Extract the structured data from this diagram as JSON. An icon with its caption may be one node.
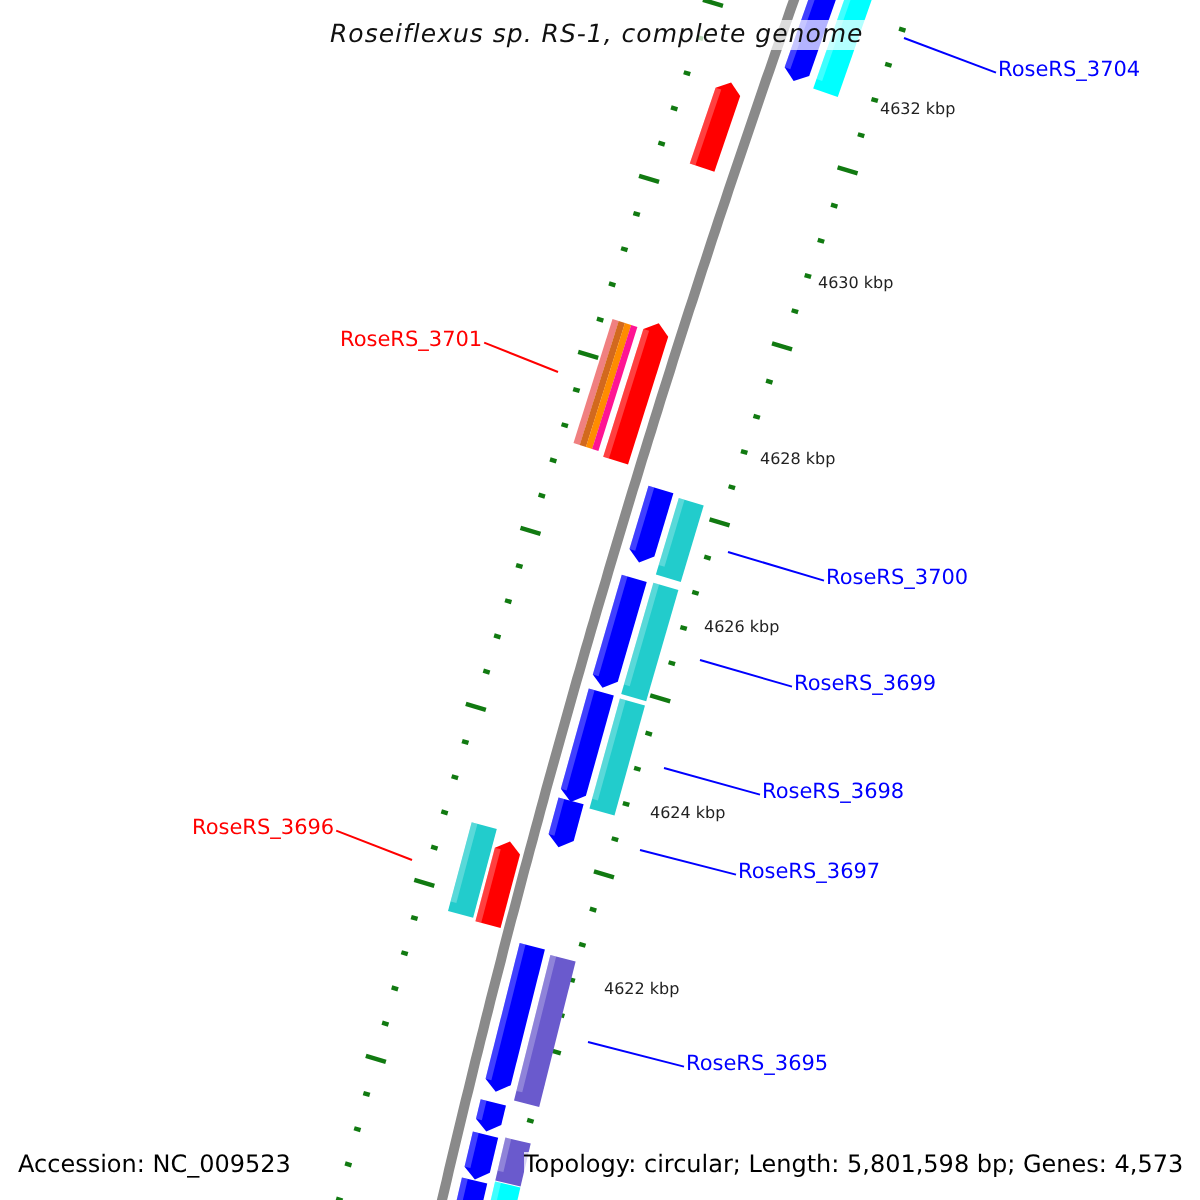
{
  "diagram": {
    "title": "Roseiflexus sp. RS-1, complete genome",
    "nodes": [
      {
        "text": [
          "RoseRS_3704"
        ]
      },
      {
        "text": [
          "RoseRS_3701"
        ]
      },
      {
        "text": [
          "RoseRS_3700"
        ]
      },
      {
        "text": [
          "RoseRS_3699"
        ]
      },
      {
        "text": [
          "RoseRS_3698"
        ]
      },
      {
        "text": [
          "RoseRS_3697"
        ]
      },
      {
        "text": [
          "RoseRS_3696"
        ]
      },
      {
        "text": [
          "RoseRS_3695"
        ]
      }
    ],
    "edges": [
      {
        "from": 0,
        "to": null,
        "arrow": "none"
      },
      {
        "from": 1,
        "to": null,
        "arrow": "none",
        "color": "#ff0000"
      },
      {
        "from": 2,
        "to": null,
        "arrow": "none"
      },
      {
        "from": 3,
        "to": null,
        "arrow": "none"
      },
      {
        "from": 4,
        "to": null,
        "arrow": "none"
      },
      {
        "from": 5,
        "to": null,
        "arrow": "none"
      },
      {
        "from": 6,
        "to": null,
        "arrow": "none",
        "color": "#ff0000"
      },
      {
        "from": 7,
        "to": null,
        "arrow": "none"
      }
    ],
    "labels": [
      "4632 kbp",
      "4630 kbp",
      "4628 kbp",
      "4626 kbp",
      "4624 kbp",
      "4622 kbp",
      "Accession: NC_009523",
      "Topology: circular; Length: 5,801,598 bp; Genes: 4,573"
    ]
  }
}
